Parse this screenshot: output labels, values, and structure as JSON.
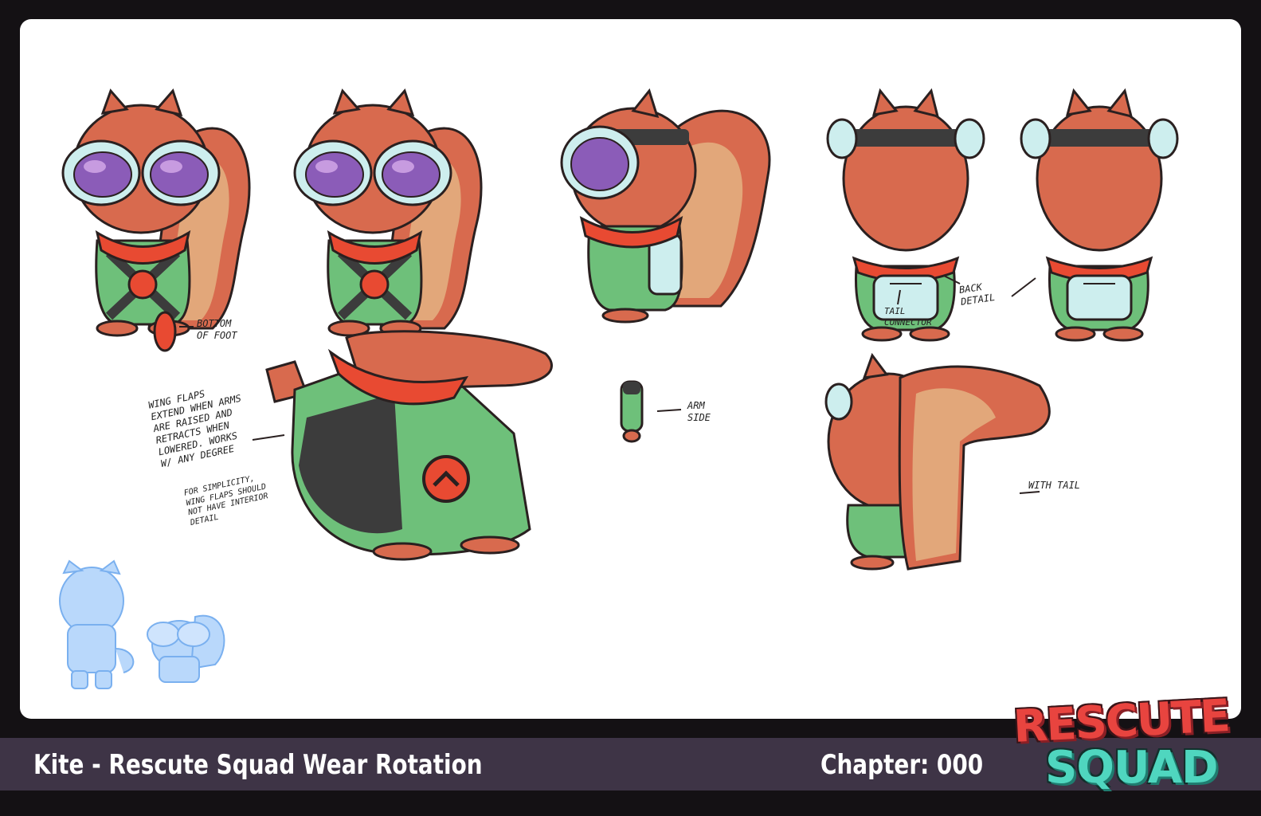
{
  "footer": {
    "title": "Kite - Rescute Squad Wear Rotation",
    "chapter": "Chapter: 000"
  },
  "logo": {
    "line1": "RESCUTE",
    "line2": "SQUAD"
  },
  "notes": {
    "bottom_of_foot": "BOTTOM\nOF FOOT",
    "wing_flaps": "WING FLAPS\nEXTEND WHEN ARMS\nARE RAISED AND\nRETRACTS WHEN\nLOWERED. WORKS\nW/ ANY DEGREE",
    "simplicity": "FOR SIMPLICITY,\nWING FLAPS SHOULD\nNOT HAVE INTERIOR\nDETAIL",
    "arm_side": "ARM\nSIDE",
    "back_detail": "BACK\nDETAIL",
    "tail_connector": "TAIL\nCONNECTOR",
    "with_tail": "WITH TAIL"
  },
  "colors": {
    "fur": "#d86a4e",
    "tail_inner": "#e2a77a",
    "suit": "#6ec07a",
    "scarf": "#e84a32",
    "goggle_frame": "#cdeeee",
    "lens": "#8b5cb8",
    "strap": "#3c3c3c",
    "sketch_blue": "#8fc0f4"
  }
}
